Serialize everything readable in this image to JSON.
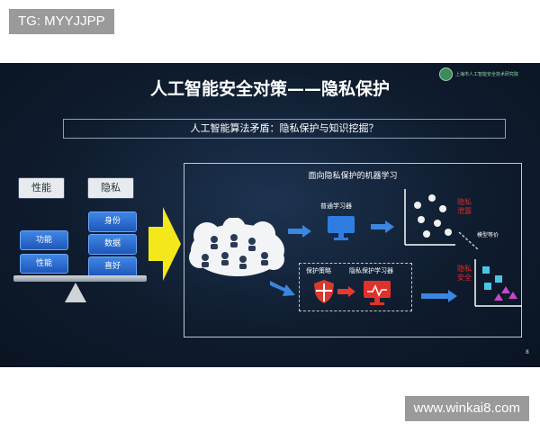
{
  "watermarks": {
    "top_left": "TG: MYYJJPP",
    "bottom_right": "www.winkai8.com"
  },
  "slide": {
    "title": "人工智能安全对策——隐私保护",
    "subtitle": "人工智能算法矛盾：隐私保护与知识挖掘？",
    "logo_text": "上海市人工智能安全技术研究院",
    "page_number": "8",
    "balance": {
      "left_header": "性能",
      "right_header": "隐私",
      "left_items": [
        "功能",
        "性能"
      ],
      "right_items": [
        "身份",
        "数据",
        "喜好"
      ]
    },
    "panel": {
      "title": "面向隐私保护的机器学习",
      "ordinary_learner": "普通学习器",
      "protection_strategy": "保护策略",
      "privacy_learner": "隐私保护学习器",
      "model_equivalent": "模型等价",
      "privacy_leak": [
        "隐私",
        "泄露"
      ],
      "privacy_safe": [
        "隐私",
        "安全"
      ]
    },
    "colors": {
      "accent_blue": "#2b74d8",
      "arrow_yellow": "#f4e81a",
      "alert_red": "#e02828"
    }
  }
}
